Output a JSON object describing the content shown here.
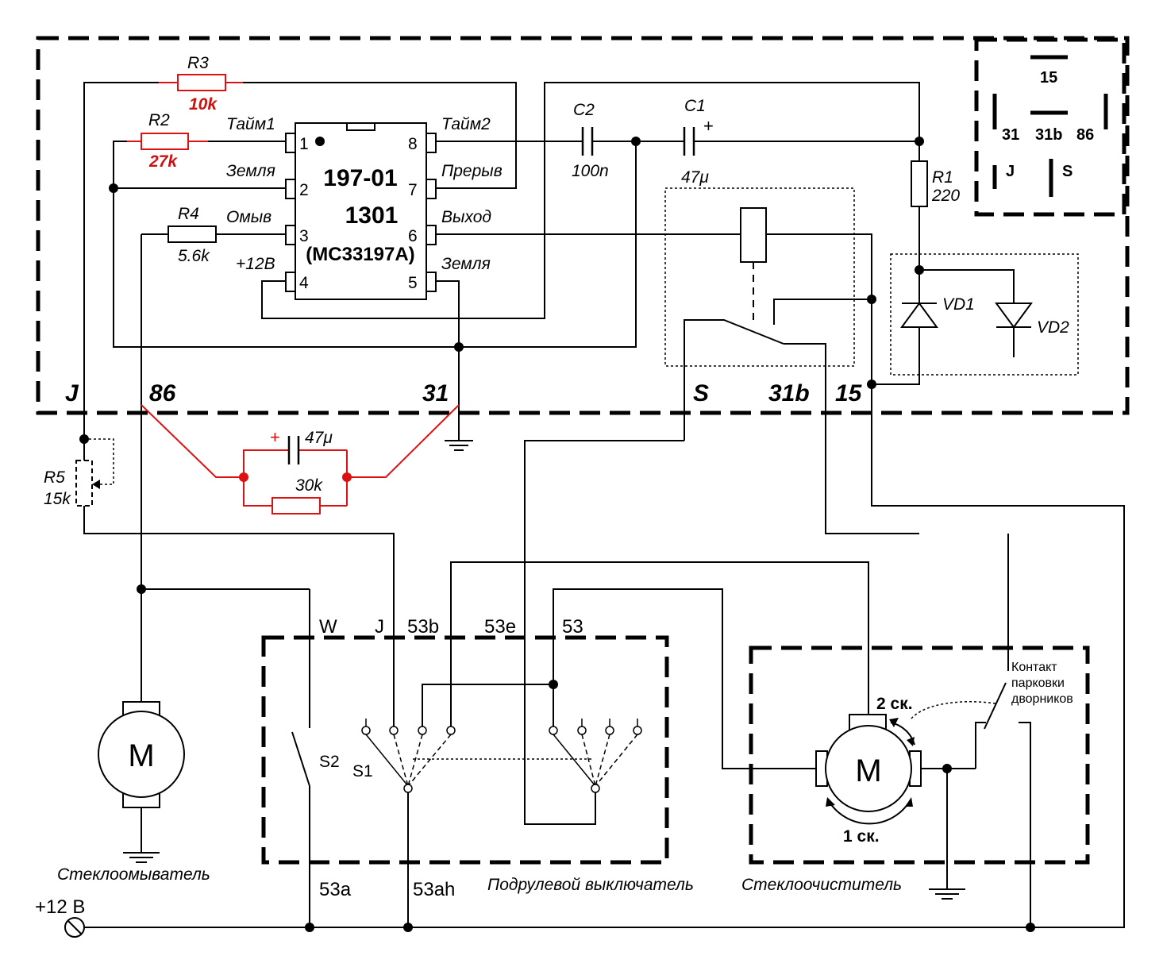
{
  "ic": {
    "line1": "197-01",
    "line2": "1301",
    "line3": "(MC33197A)",
    "pins": {
      "p1": {
        "num": "1",
        "label": "Тайм1"
      },
      "p2": {
        "num": "2",
        "label": "Земля"
      },
      "p3": {
        "num": "3",
        "label": "Омыв"
      },
      "p4": {
        "num": "4",
        "label": "+12В"
      },
      "p5": {
        "num": "5",
        "label": "Земля"
      },
      "p6": {
        "num": "6",
        "label": "Выход"
      },
      "p7": {
        "num": "7",
        "label": "Прерыв"
      },
      "p8": {
        "num": "8",
        "label": "Тайм2"
      }
    }
  },
  "components": {
    "r1": {
      "name": "R1",
      "value": "220"
    },
    "r2": {
      "name": "R2",
      "value": "27k"
    },
    "r3": {
      "name": "R3",
      "value": "10k"
    },
    "r4": {
      "name": "R4",
      "value": "5.6k"
    },
    "r5": {
      "name": "R5",
      "value": "15k"
    },
    "c1": {
      "name": "C1",
      "value": "47μ",
      "plus": "+"
    },
    "c2": {
      "name": "C2",
      "value": "100n"
    },
    "vd1": "VD1",
    "vd2": "VD2",
    "ext_cap": {
      "value": "47μ",
      "plus": "+"
    },
    "ext_res": {
      "value": "30k"
    }
  },
  "terminals": {
    "j": "J",
    "t86": "86",
    "t31": "31",
    "s": "S",
    "t31b": "31b",
    "t15": "15"
  },
  "pinout": {
    "p15": "15",
    "p31": "31",
    "p31b": "31b",
    "p86": "86",
    "pj": "J",
    "ps": "S"
  },
  "switch_block": {
    "w": "W",
    "j": "J",
    "t53b": "53b",
    "t53e": "53e",
    "t53": "53",
    "s2": "S2",
    "s1": "S1",
    "t53a": "53a",
    "t53ah": "53ah",
    "caption": "Подрулевой выключатель"
  },
  "wiper": {
    "motor": "M",
    "speed2": "2 ск.",
    "speed1": "1 ск.",
    "park_line1": "Контакт",
    "park_line2": "парковки",
    "park_line3": "дворников",
    "caption": "Стеклоочиститель"
  },
  "washer": {
    "motor": "M",
    "caption": "Стеклоомыватель"
  },
  "supply": "+12 В"
}
